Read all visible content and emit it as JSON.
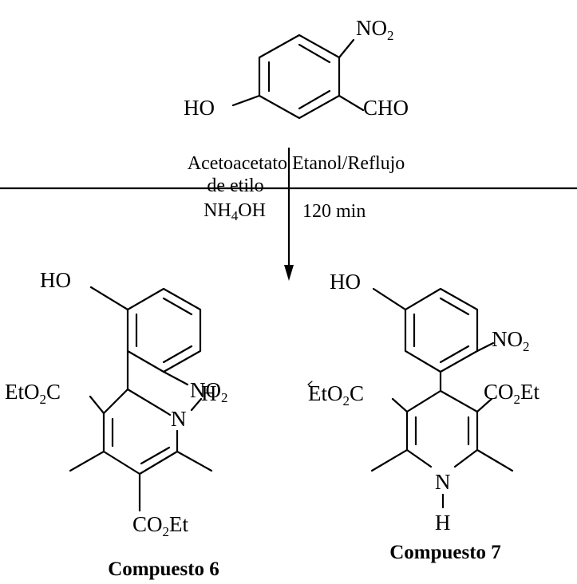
{
  "start": {
    "oh": "HO",
    "no2_main": "NO",
    "no2_sub": "2",
    "cho": "CHO"
  },
  "conditions": {
    "left_line1": "Acetoacetato",
    "left_line2": "de etilo",
    "left_line3_main": "NH",
    "left_line3_sub": "4",
    "left_line3_end": "OH",
    "right_line1": "Etanol/Reflujo",
    "right_line2": "120 min"
  },
  "compound6": {
    "oh": "HO",
    "no2_main": "NO",
    "no2_sub": "2",
    "ester_left_a": "EtO",
    "ester_left_sub": "2",
    "ester_left_b": "C",
    "nh_n": "N",
    "nh_h": "H",
    "ester_bottom_a": "CO",
    "ester_bottom_sub": "2",
    "ester_bottom_b": "Et",
    "label": "Compuesto 6"
  },
  "compound7": {
    "oh": "HO",
    "no2_main": "NO",
    "no2_sub": "2",
    "ester_left_a": "EtO",
    "ester_left_sub": "2",
    "ester_left_b": "C",
    "ester_right_a": "CO",
    "ester_right_sub": "2",
    "ester_right_b": "Et",
    "nh_n": "N",
    "nh_h": "H",
    "label": "Compuesto 7"
  }
}
